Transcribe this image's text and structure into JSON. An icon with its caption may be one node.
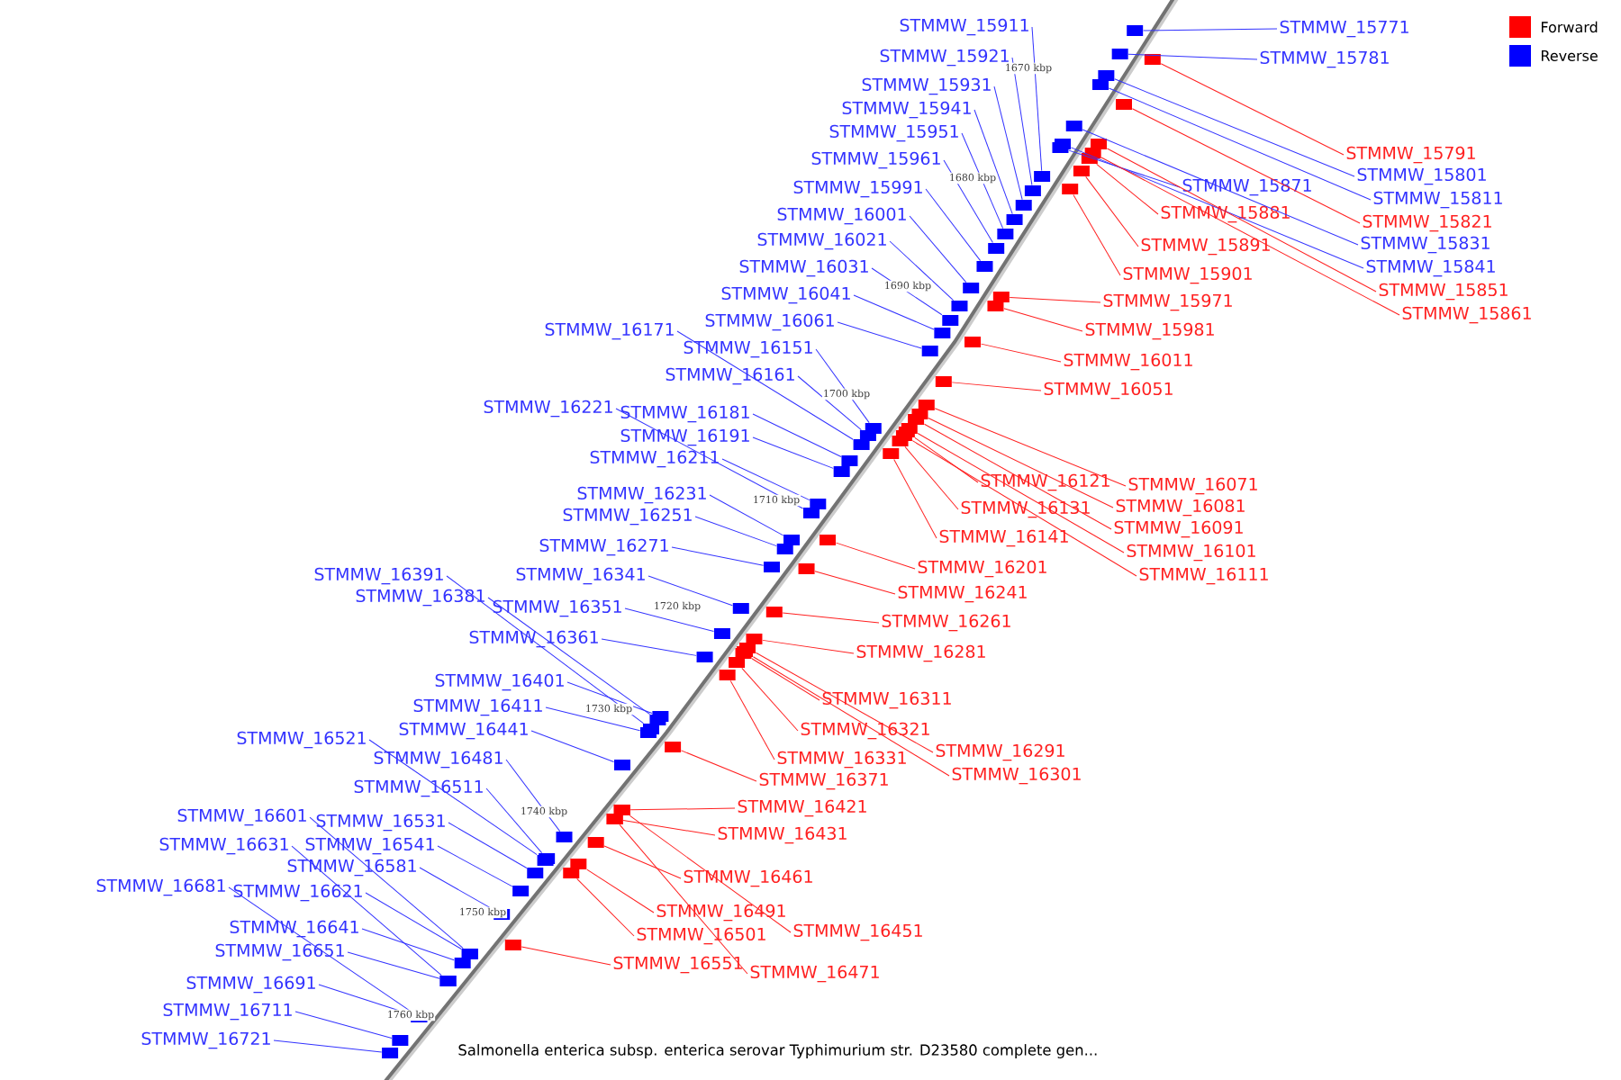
{
  "diagram": {
    "caption": "Salmonella enterica subsp. enterica serovar Typhimurium str. D23580 complete gen...",
    "nodes": [
      {
        "text": [
          "STMMW_15911"
        ]
      },
      {
        "text": [
          "STMMW_15771"
        ]
      },
      {
        "text": [
          "STMMW_15921"
        ]
      },
      {
        "text": [
          "STMMW_15781"
        ]
      },
      {
        "text": [
          "STMMW_15931"
        ]
      },
      {
        "text": [
          "STMMW_15941"
        ]
      },
      {
        "text": [
          "STMMW_15951"
        ]
      },
      {
        "text": [
          "STMMW_15791"
        ]
      },
      {
        "text": [
          "STMMW_15961"
        ]
      },
      {
        "text": [
          "STMMW_15801"
        ]
      },
      {
        "text": [
          "STMMW_15871"
        ]
      },
      {
        "text": [
          "STMMW_15991"
        ]
      },
      {
        "text": [
          "STMMW_15811"
        ]
      },
      {
        "text": [
          "STMMW_15881"
        ]
      },
      {
        "text": [
          "STMMW_16001"
        ]
      },
      {
        "text": [
          "STMMW_15821"
        ]
      },
      {
        "text": [
          "STMMW_16021"
        ]
      },
      {
        "text": [
          "STMMW_15831"
        ]
      },
      {
        "text": [
          "STMMW_15891"
        ]
      },
      {
        "text": [
          "STMMW_15841"
        ]
      },
      {
        "text": [
          "STMMW_16031"
        ]
      },
      {
        "text": [
          "STMMW_15901"
        ]
      },
      {
        "text": [
          "STMMW_15851"
        ]
      },
      {
        "text": [
          "STMMW_16041"
        ]
      },
      {
        "text": [
          "STMMW_15971"
        ]
      },
      {
        "text": [
          "STMMW_15861"
        ]
      },
      {
        "text": [
          "STMMW_16061"
        ]
      },
      {
        "text": [
          "STMMW_16171"
        ]
      },
      {
        "text": [
          "STMMW_15981"
        ]
      },
      {
        "text": [
          "STMMW_16151"
        ]
      },
      {
        "text": [
          "STMMW_16011"
        ]
      },
      {
        "text": [
          "STMMW_16161"
        ]
      },
      {
        "text": [
          "STMMW_16051"
        ]
      },
      {
        "text": [
          "STMMW_16221"
        ]
      },
      {
        "text": [
          "STMMW_16181"
        ]
      },
      {
        "text": [
          "STMMW_16191"
        ]
      },
      {
        "text": [
          "STMMW_16211"
        ]
      },
      {
        "text": [
          "STMMW_16121"
        ]
      },
      {
        "text": [
          "STMMW_16071"
        ]
      },
      {
        "text": [
          "STMMW_16231"
        ]
      },
      {
        "text": [
          "STMMW_16081"
        ]
      },
      {
        "text": [
          "STMMW_16131"
        ]
      },
      {
        "text": [
          "STMMW_16251"
        ]
      },
      {
        "text": [
          "STMMW_16091"
        ]
      },
      {
        "text": [
          "STMMW_16141"
        ]
      },
      {
        "text": [
          "STMMW_16271"
        ]
      },
      {
        "text": [
          "STMMW_16101"
        ]
      },
      {
        "text": [
          "STMMW_16201"
        ]
      },
      {
        "text": [
          "STMMW_16111"
        ]
      },
      {
        "text": [
          "STMMW_16341"
        ]
      },
      {
        "text": [
          "STMMW_16391"
        ]
      },
      {
        "text": [
          "STMMW_16241"
        ]
      },
      {
        "text": [
          "STMMW_16381"
        ]
      },
      {
        "text": [
          "STMMW_16351"
        ]
      },
      {
        "text": [
          "STMMW_16261"
        ]
      },
      {
        "text": [
          "STMMW_16361"
        ]
      },
      {
        "text": [
          "STMMW_16281"
        ]
      },
      {
        "text": [
          "STMMW_16401"
        ]
      },
      {
        "text": [
          "STMMW_16311"
        ]
      },
      {
        "text": [
          "STMMW_16411"
        ]
      },
      {
        "text": [
          "STMMW_16321"
        ]
      },
      {
        "text": [
          "STMMW_16441"
        ]
      },
      {
        "text": [
          "STMMW_16521"
        ]
      },
      {
        "text": [
          "STMMW_16291"
        ]
      },
      {
        "text": [
          "STMMW_16331"
        ]
      },
      {
        "text": [
          "STMMW_16481"
        ]
      },
      {
        "text": [
          "STMMW_16301"
        ]
      },
      {
        "text": [
          "STMMW_16371"
        ]
      },
      {
        "text": [
          "STMMW_16511"
        ]
      },
      {
        "text": [
          "STMMW_16421"
        ]
      },
      {
        "text": [
          "STMMW_16601"
        ]
      },
      {
        "text": [
          "STMMW_16531"
        ]
      },
      {
        "text": [
          "STMMW_16431"
        ]
      },
      {
        "text": [
          "STMMW_16541"
        ]
      },
      {
        "text": [
          "STMMW_16581"
        ]
      },
      {
        "text": [
          "STMMW_16461"
        ]
      },
      {
        "text": [
          "STMMW_16681"
        ]
      },
      {
        "text": [
          "STMMW_16621"
        ]
      },
      {
        "text": [
          "STMMW_16631"
        ]
      },
      {
        "text": [
          "STMMW_16491"
        ]
      },
      {
        "text": [
          "STMMW_16641"
        ]
      },
      {
        "text": [
          "STMMW_16451"
        ]
      },
      {
        "text": [
          "STMMW_16501"
        ]
      },
      {
        "text": [
          "STMMW_16651"
        ]
      },
      {
        "text": [
          "STMMW_16551"
        ]
      },
      {
        "text": [
          "STMMW_16471"
        ]
      },
      {
        "text": [
          "STMMW_16691"
        ]
      },
      {
        "text": [
          "STMMW_16711"
        ]
      },
      {
        "text": [
          "STMMW_16721"
        ]
      },
      {
        "text": [],
        "shape": "arrow"
      },
      {
        "text": [],
        "shape": "arrow"
      },
      {
        "text": [],
        "shape": "arrow"
      },
      {
        "text": [],
        "shape": "arrow"
      },
      {
        "text": [],
        "shape": "arrow"
      },
      {
        "text": [],
        "shape": "arrow"
      },
      {
        "text": [],
        "shape": "arrow"
      },
      {
        "text": [],
        "shape": "arrow"
      },
      {
        "text": [],
        "shape": "arrow"
      },
      {
        "text": [],
        "shape": "arrow"
      },
      {
        "text": [],
        "shape": "arrow"
      },
      {
        "text": [],
        "shape": "arrow"
      },
      {
        "text": [],
        "shape": "arrow"
      },
      {
        "text": [],
        "shape": "arrow"
      },
      {
        "text": [],
        "shape": "arrow"
      },
      {
        "text": [],
        "shape": "arrow"
      },
      {
        "text": [],
        "shape": "arrow"
      },
      {
        "text": [],
        "shape": "arrow"
      },
      {
        "text": [],
        "shape": "arrow"
      },
      {
        "text": [],
        "shape": "arrow"
      },
      {
        "text": [],
        "shape": "arrow"
      },
      {
        "text": [],
        "shape": "arrow"
      },
      {
        "text": [],
        "shape": "arrow"
      },
      {
        "text": [],
        "shape": "arrow"
      },
      {
        "text": [],
        "shape": "arrow"
      },
      {
        "text": [],
        "shape": "arrow"
      },
      {
        "text": [],
        "shape": "arrow"
      },
      {
        "text": [],
        "shape": "arrow"
      },
      {
        "text": [],
        "shape": "arrow"
      },
      {
        "text": [],
        "shape": "arrow"
      },
      {
        "text": [],
        "shape": "arrow"
      },
      {
        "text": [],
        "shape": "arrow"
      },
      {
        "text": [],
        "shape": "arrow"
      },
      {
        "text": [],
        "shape": "arrow"
      },
      {
        "text": [],
        "shape": "arrow"
      },
      {
        "text": [],
        "shape": "arrow"
      },
      {
        "text": [],
        "shape": "arrow"
      },
      {
        "text": [],
        "shape": "arrow"
      },
      {
        "text": [],
        "shape": "arrow"
      },
      {
        "text": [],
        "shape": "arrow"
      },
      {
        "text": [],
        "shape": "arrow"
      },
      {
        "text": [],
        "shape": "arrow"
      },
      {
        "text": [],
        "shape": "arrow"
      },
      {
        "text": [],
        "shape": "arrow"
      },
      {
        "text": [],
        "shape": "arrow"
      },
      {
        "text": [],
        "shape": "arrow"
      },
      {
        "text": [],
        "shape": "arrow"
      },
      {
        "text": [],
        "shape": "arrow"
      },
      {
        "text": [],
        "shape": "arrow"
      },
      {
        "text": [],
        "shape": "arrow"
      },
      {
        "text": [],
        "shape": "arrow"
      },
      {
        "text": [],
        "shape": "arrow"
      },
      {
        "text": [],
        "shape": "arrow"
      },
      {
        "text": [],
        "shape": "arrow"
      },
      {
        "text": [],
        "shape": "arrow"
      },
      {
        "text": [],
        "shape": "arrow"
      },
      {
        "text": [],
        "shape": "arrow"
      },
      {
        "text": [],
        "shape": "arrow"
      },
      {
        "text": [],
        "shape": "arrow"
      },
      {
        "text": [],
        "shape": "arrow"
      },
      {
        "text": [],
        "shape": "arrow"
      },
      {
        "text": [],
        "shape": "arrow"
      },
      {
        "text": [],
        "shape": "arrow"
      },
      {
        "text": [],
        "shape": "arrow"
      },
      {
        "text": [],
        "shape": "arrow"
      },
      {
        "text": [],
        "shape": "arrow"
      },
      {
        "text": [],
        "shape": "arrow"
      },
      {
        "text": [],
        "shape": "arrow"
      },
      {
        "text": [],
        "shape": "arrow"
      },
      {
        "text": [],
        "shape": "arrow"
      },
      {
        "text": [],
        "shape": "arrow"
      },
      {
        "text": [],
        "shape": "arrow"
      },
      {
        "text": [],
        "shape": "arrow"
      },
      {
        "text": [],
        "shape": "arrow"
      },
      {
        "text": [],
        "shape": "arrow"
      },
      {
        "text": [],
        "shape": "arrow"
      },
      {
        "text": [],
        "shape": "arrow"
      },
      {
        "text": [],
        "shape": "arrow"
      },
      {
        "text": [],
        "shape": "arrow"
      },
      {
        "text": [],
        "shape": "arrow"
      },
      {
        "text": [],
        "shape": "arrow"
      },
      {
        "text": [],
        "shape": "arrow"
      },
      {
        "text": [],
        "shape": "arrow"
      },
      {
        "text": [],
        "shape": "arrow"
      },
      {
        "text": [],
        "shape": "arrow"
      },
      {
        "text": [],
        "shape": "arrow"
      },
      {
        "text": [],
        "shape": "arrow"
      },
      {
        "text": [],
        "shape": "arrow"
      },
      {
        "text": [],
        "shape": "arrow"
      }
    ],
    "edges": [
      {
        "from": 0,
        "to": 89,
        "arrow": "none",
        "color": "#3333ff"
      },
      {
        "from": 1,
        "to": 90,
        "arrow": "none",
        "color": "#3333ff"
      },
      {
        "from": 2,
        "to": 91,
        "arrow": "none",
        "color": "#3333ff"
      },
      {
        "from": 3,
        "to": 92,
        "arrow": "none",
        "color": "#3333ff"
      },
      {
        "from": 4,
        "to": 93,
        "arrow": "none",
        "color": "#3333ff"
      },
      {
        "from": 5,
        "to": 94,
        "arrow": "none",
        "color": "#3333ff"
      },
      {
        "from": 6,
        "to": 95,
        "arrow": "none",
        "color": "#3333ff"
      },
      {
        "from": 7,
        "to": 96,
        "arrow": "none",
        "color": "#ff2020"
      },
      {
        "from": 8,
        "to": 97,
        "arrow": "none",
        "color": "#3333ff"
      },
      {
        "from": 9,
        "to": 98,
        "arrow": "none",
        "color": "#3333ff"
      },
      {
        "from": 10,
        "to": 99,
        "arrow": "none",
        "color": "#3333ff"
      },
      {
        "from": 11,
        "to": 100,
        "arrow": "none",
        "color": "#3333ff"
      },
      {
        "from": 12,
        "to": 101,
        "arrow": "none",
        "color": "#3333ff"
      },
      {
        "from": 13,
        "to": 102,
        "arrow": "none",
        "color": "#ff2020"
      },
      {
        "from": 14,
        "to": 103,
        "arrow": "none",
        "color": "#3333ff"
      },
      {
        "from": 15,
        "to": 104,
        "arrow": "none",
        "color": "#ff2020"
      },
      {
        "from": 16,
        "to": 105,
        "arrow": "none",
        "color": "#3333ff"
      },
      {
        "from": 17,
        "to": 106,
        "arrow": "none",
        "color": "#3333ff"
      },
      {
        "from": 18,
        "to": 107,
        "arrow": "none",
        "color": "#ff2020"
      },
      {
        "from": 19,
        "to": 108,
        "arrow": "none",
        "color": "#3333ff"
      },
      {
        "from": 20,
        "to": 109,
        "arrow": "none",
        "color": "#3333ff"
      },
      {
        "from": 21,
        "to": 110,
        "arrow": "none",
        "color": "#ff2020"
      },
      {
        "from": 22,
        "to": 111,
        "arrow": "none",
        "color": "#ff2020"
      },
      {
        "from": 23,
        "to": 112,
        "arrow": "none",
        "color": "#3333ff"
      },
      {
        "from": 24,
        "to": 113,
        "arrow": "none",
        "color": "#ff2020"
      },
      {
        "from": 25,
        "to": 114,
        "arrow": "none",
        "color": "#ff2020"
      },
      {
        "from": 26,
        "to": 115,
        "arrow": "none",
        "color": "#3333ff"
      },
      {
        "from": 27,
        "to": 116,
        "arrow": "none",
        "color": "#3333ff"
      },
      {
        "from": 28,
        "to": 117,
        "arrow": "none",
        "color": "#ff2020"
      },
      {
        "from": 29,
        "to": 118,
        "arrow": "none",
        "color": "#3333ff"
      },
      {
        "from": 30,
        "to": 119,
        "arrow": "none",
        "color": "#ff2020"
      },
      {
        "from": 31,
        "to": 120,
        "arrow": "none",
        "color": "#3333ff"
      },
      {
        "from": 32,
        "to": 121,
        "arrow": "none",
        "color": "#ff2020"
      },
      {
        "from": 33,
        "to": 122,
        "arrow": "none",
        "color": "#3333ff"
      },
      {
        "from": 34,
        "to": 123,
        "arrow": "none",
        "color": "#3333ff"
      },
      {
        "from": 35,
        "to": 124,
        "arrow": "none",
        "color": "#3333ff"
      },
      {
        "from": 36,
        "to": 125,
        "arrow": "none",
        "color": "#3333ff"
      },
      {
        "from": 37,
        "to": 126,
        "arrow": "none",
        "color": "#ff2020"
      },
      {
        "from": 38,
        "to": 127,
        "arrow": "none",
        "color": "#ff2020"
      },
      {
        "from": 39,
        "to": 128,
        "arrow": "none",
        "color": "#3333ff"
      },
      {
        "from": 40,
        "to": 129,
        "arrow": "none",
        "color": "#ff2020"
      },
      {
        "from": 41,
        "to": 130,
        "arrow": "none",
        "color": "#ff2020"
      },
      {
        "from": 42,
        "to": 131,
        "arrow": "none",
        "color": "#3333ff"
      },
      {
        "from": 43,
        "to": 132,
        "arrow": "none",
        "color": "#ff2020"
      },
      {
        "from": 44,
        "to": 133,
        "arrow": "none",
        "color": "#ff2020"
      },
      {
        "from": 45,
        "to": 134,
        "arrow": "none",
        "color": "#3333ff"
      },
      {
        "from": 46,
        "to": 135,
        "arrow": "none",
        "color": "#ff2020"
      },
      {
        "from": 47,
        "to": 136,
        "arrow": "none",
        "color": "#ff2020"
      },
      {
        "from": 48,
        "to": 137,
        "arrow": "none",
        "color": "#ff2020"
      },
      {
        "from": 49,
        "to": 138,
        "arrow": "none",
        "color": "#3333ff"
      },
      {
        "from": 50,
        "to": 139,
        "arrow": "none",
        "color": "#3333ff"
      },
      {
        "from": 51,
        "to": 140,
        "arrow": "none",
        "color": "#ff2020"
      },
      {
        "from": 52,
        "to": 141,
        "arrow": "none",
        "color": "#3333ff"
      },
      {
        "from": 53,
        "to": 142,
        "arrow": "none",
        "color": "#3333ff"
      },
      {
        "from": 54,
        "to": 143,
        "arrow": "none",
        "color": "#ff2020"
      },
      {
        "from": 55,
        "to": 144,
        "arrow": "none",
        "color": "#3333ff"
      },
      {
        "from": 56,
        "to": 145,
        "arrow": "none",
        "color": "#ff2020"
      },
      {
        "from": 57,
        "to": 146,
        "arrow": "none",
        "color": "#3333ff"
      },
      {
        "from": 58,
        "to": 147,
        "arrow": "none",
        "color": "#ff2020"
      },
      {
        "from": 59,
        "to": 148,
        "arrow": "none",
        "color": "#3333ff"
      },
      {
        "from": 60,
        "to": 149,
        "arrow": "none",
        "color": "#ff2020"
      },
      {
        "from": 61,
        "to": 150,
        "arrow": "none",
        "color": "#3333ff"
      },
      {
        "from": 62,
        "to": 151,
        "arrow": "none",
        "color": "#3333ff"
      },
      {
        "from": 63,
        "to": 152,
        "arrow": "none",
        "color": "#ff2020"
      },
      {
        "from": 64,
        "to": 153,
        "arrow": "none",
        "color": "#ff2020"
      },
      {
        "from": 65,
        "to": 154,
        "arrow": "none",
        "color": "#3333ff"
      },
      {
        "from": 66,
        "to": 155,
        "arrow": "none",
        "color": "#ff2020"
      },
      {
        "from": 67,
        "to": 156,
        "arrow": "none",
        "color": "#ff2020"
      },
      {
        "from": 68,
        "to": 157,
        "arrow": "none",
        "color": "#3333ff"
      },
      {
        "from": 69,
        "to": 158,
        "arrow": "none",
        "color": "#ff2020"
      },
      {
        "from": 70,
        "to": 159,
        "arrow": "none",
        "color": "#3333ff"
      },
      {
        "from": 71,
        "to": 160,
        "arrow": "none",
        "color": "#3333ff"
      },
      {
        "from": 72,
        "to": 161,
        "arrow": "none",
        "color": "#ff2020"
      },
      {
        "from": 73,
        "to": 162,
        "arrow": "none",
        "color": "#3333ff"
      },
      {
        "from": 74,
        "to": 163,
        "arrow": "none",
        "color": "#3333ff"
      },
      {
        "from": 75,
        "to": 164,
        "arrow": "none",
        "color": "#ff2020"
      },
      {
        "from": 76,
        "to": 165,
        "arrow": "none",
        "color": "#3333ff"
      },
      {
        "from": 77,
        "to": 166,
        "arrow": "none",
        "color": "#3333ff"
      },
      {
        "from": 78,
        "to": 167,
        "arrow": "none",
        "color": "#3333ff"
      },
      {
        "from": 79,
        "to": 168,
        "arrow": "none",
        "color": "#ff2020"
      },
      {
        "from": 80,
        "to": 169,
        "arrow": "none",
        "color": "#3333ff"
      },
      {
        "from": 81,
        "to": 170,
        "arrow": "none",
        "color": "#ff2020"
      },
      {
        "from": 82,
        "to": 171,
        "arrow": "none",
        "color": "#ff2020"
      },
      {
        "from": 83,
        "to": 172,
        "arrow": "none",
        "color": "#3333ff"
      },
      {
        "from": 84,
        "to": 173,
        "arrow": "none",
        "color": "#ff2020"
      },
      {
        "from": 85,
        "to": 174,
        "arrow": "none",
        "color": "#ff2020"
      },
      {
        "from": 86,
        "to": 175,
        "arrow": "none",
        "color": "#3333ff"
      },
      {
        "from": 87,
        "to": 176,
        "arrow": "none",
        "color": "#3333ff"
      },
      {
        "from": 88,
        "to": 177,
        "arrow": "none",
        "color": "#3333ff"
      }
    ],
    "labels": [
      "1670 kbp",
      "1680 kbp",
      "1690 kbp",
      "1700 kbp",
      "1710 kbp",
      "1720 kbp",
      "1730 kbp",
      "1740 kbp",
      "1750 kbp",
      "1760 kbp"
    ],
    "legend": [
      {
        "text": "Forward",
        "color": "#ff0000"
      },
      {
        "text": "Reverse",
        "color": "#0000ff"
      }
    ]
  }
}
